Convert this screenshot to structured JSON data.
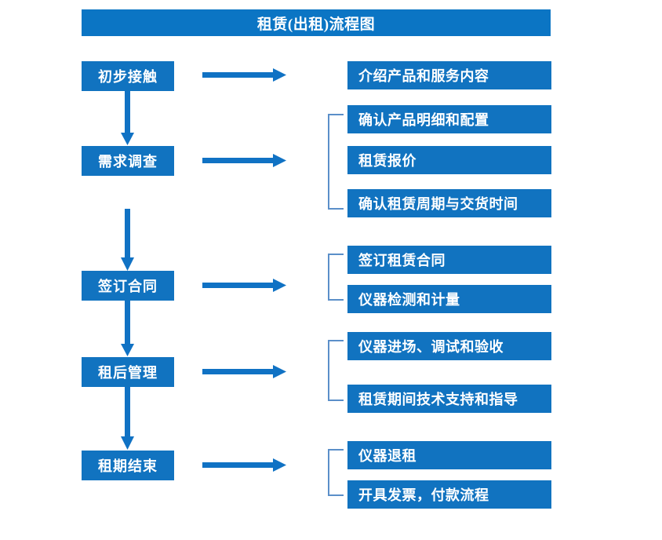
{
  "title": "租赁(出租)流程图",
  "colors": {
    "title_bar": "#0b75c4",
    "box_fill": "#1173c0",
    "arrow": "#1072c4",
    "bracket": "#5b8fc9",
    "text": "#ffffff",
    "background": "#ffffff"
  },
  "chart_data": {
    "type": "flowchart",
    "title": "租赁(出租)流程图",
    "orientation": "vertical-left-spine-with-right-details",
    "stages": [
      {
        "id": "stage-1",
        "label": "初步接触",
        "details": [
          "介绍产品和服务内容"
        ],
        "bracketed": false
      },
      {
        "id": "stage-2",
        "label": "需求调查",
        "details": [
          "确认产品明细和配置",
          "租赁报价",
          "确认租赁周期与交货时间"
        ],
        "bracketed": true
      },
      {
        "id": "stage-3",
        "label": "签订合同",
        "details": [
          "签订租赁合同",
          "仪器检测和计量"
        ],
        "bracketed": true
      },
      {
        "id": "stage-4",
        "label": "租后管理",
        "details": [
          "仪器进场、调试和验收",
          "租赁期间技术支持和指导"
        ],
        "bracketed": true
      },
      {
        "id": "stage-5",
        "label": "租期结束",
        "details": [
          "仪器退租",
          "开具发票，付款流程"
        ],
        "bracketed": true
      }
    ],
    "connectors": {
      "vertical_arrows": 4,
      "horizontal_arrows": 5,
      "brackets": 4
    }
  },
  "stages": {
    "s1": {
      "label": "初步接触"
    },
    "s2": {
      "label": "需求调查"
    },
    "s3": {
      "label": "签订合同"
    },
    "s4": {
      "label": "租后管理"
    },
    "s5": {
      "label": "租期结束"
    }
  },
  "details": {
    "d1": "介绍产品和服务内容",
    "d2": "确认产品明细和配置",
    "d3": "租赁报价",
    "d4": "确认租赁周期与交货时间",
    "d5": "签订租赁合同",
    "d6": "仪器检测和计量",
    "d7": "仪器进场、调试和验收",
    "d8": "租赁期间技术支持和指导",
    "d9": "仪器退租",
    "d10": "开具发票，付款流程"
  }
}
